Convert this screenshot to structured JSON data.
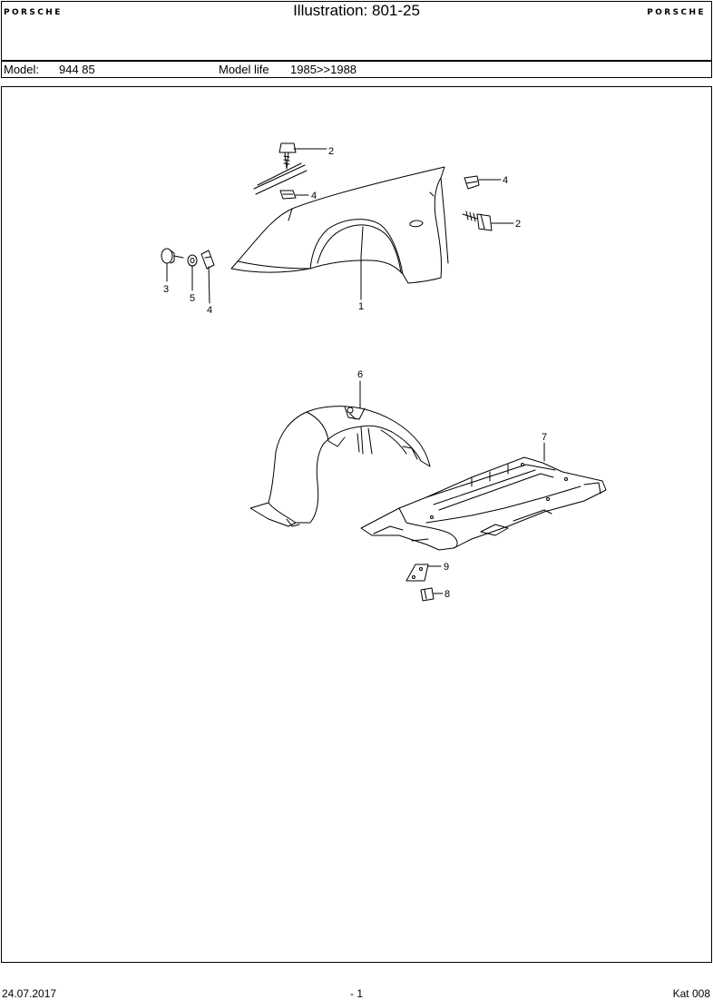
{
  "header": {
    "brand_left": "PORSCHE",
    "brand_right": "PORSCHE",
    "title": "Illustration: 801-25"
  },
  "model_row": {
    "model_label": "Model:",
    "model_value": "944 85",
    "life_label": "Model life",
    "life_value": "1985>>1988"
  },
  "callouts": {
    "c1": "1",
    "c2a": "2",
    "c2b": "2",
    "c3": "3",
    "c4a": "4",
    "c4b": "4",
    "c4c": "4",
    "c5": "5",
    "c6": "6",
    "c7": "7",
    "c8": "8",
    "c9": "9"
  },
  "footer": {
    "date": "24.07.2017",
    "page": "- 1",
    "catalog": "Kat 008"
  }
}
